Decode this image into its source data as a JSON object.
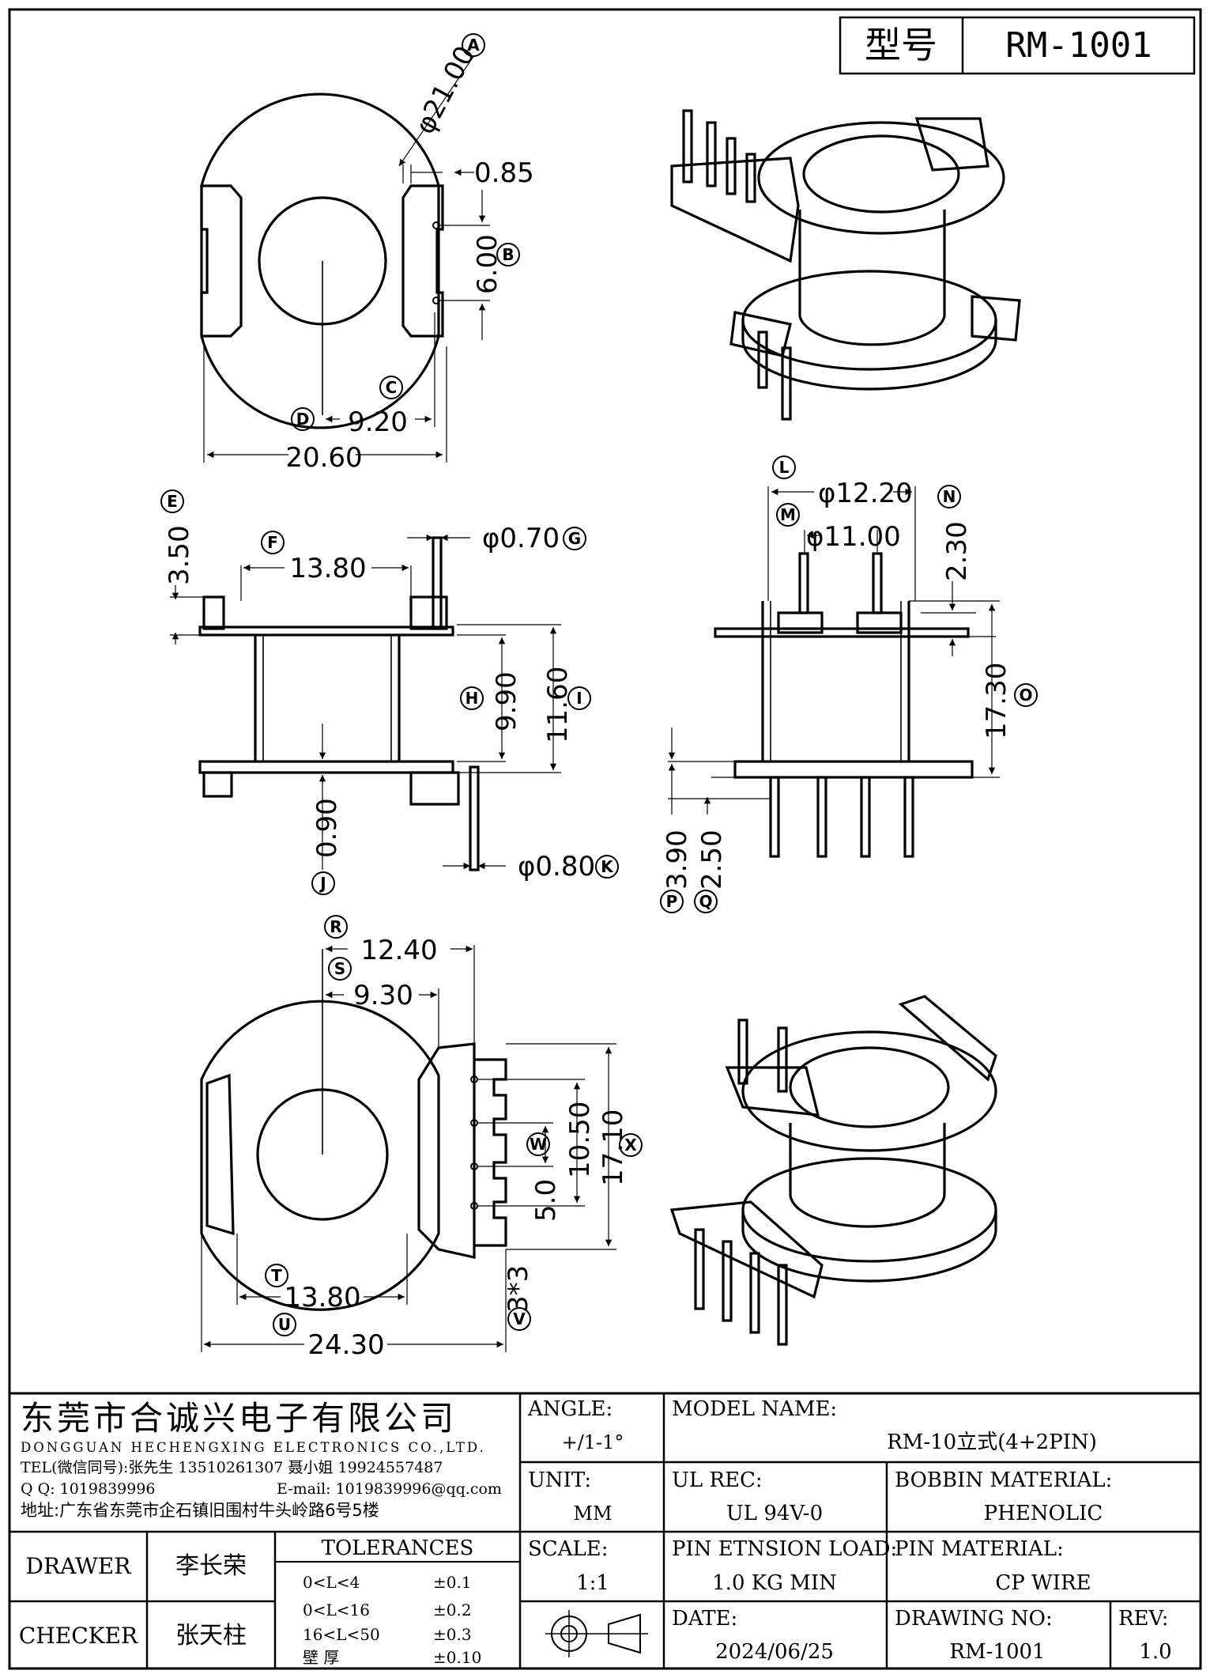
{
  "header": {
    "model_label": "型号",
    "model_value": "RM-1001"
  },
  "callouts": {
    "A": "A",
    "B": "B",
    "C": "C",
    "D": "D",
    "E": "E",
    "F": "F",
    "G": "G",
    "H": "H",
    "I": "I",
    "J": "J",
    "K": "K",
    "L": "L",
    "M": "M",
    "N": "N",
    "O": "O",
    "P": "P",
    "Q": "Q",
    "R": "R",
    "S": "S",
    "T": "T",
    "U": "U",
    "V": "V",
    "W": "W",
    "X": "X"
  },
  "dims": {
    "A": "φ21.00",
    "B": "6.00",
    "c085": "0.85",
    "C": "9.20",
    "w2060": "20.60",
    "E": "3.50",
    "F": "13.80",
    "G": "φ0.70",
    "H": "9.90",
    "I": "11.60",
    "J": "0.90",
    "K": "φ0.80",
    "L": "φ12.20",
    "M": "φ11.00",
    "N": "2.30",
    "O": "17.30",
    "P": "3.90",
    "Q": "2.50",
    "R": "12.40",
    "S": "9.30",
    "T": "13.80",
    "U": "24.30",
    "V": "3*3",
    "W": "5.0",
    "w1050": "10.50",
    "X": "17.10"
  },
  "title_block": {
    "company_cn": "东莞市合诚兴电子有限公司",
    "company_en": "DONGGUAN HECHENGXING ELECTRONICS CO.,LTD.",
    "tel": "TEL(微信同号):张先生 13510261307 聂小姐 19924557487",
    "qq": "Q Q: 1019839996",
    "email": "E-mail: 1019839996@qq.com",
    "address": "地址:广东省东莞市企石镇旧围村牛头岭路6号5楼",
    "angle_label": "ANGLE:",
    "angle_value": "+/1-1°",
    "unit_label": "UNIT:",
    "unit_value": "MM",
    "scale_label": "SCALE:",
    "scale_value": "1:1",
    "model_name_label": "MODEL NAME:",
    "model_name_value": "RM-10立式(4+2PIN)",
    "ul_rec_label": "UL REC:",
    "ul_rec_value": "UL 94V-0",
    "bobbin_material_label": "BOBBIN MATERIAL:",
    "bobbin_material_value": "PHENOLIC",
    "pin_tension_label": "PIN ETNSION LOAD:",
    "pin_tension_value": "1.0 KG MIN",
    "pin_material_label": "PIN MATERIAL:",
    "pin_material_value": "CP WIRE",
    "date_label": "DATE:",
    "date_value": "2024/06/25",
    "drawing_no_label": "DRAWING NO:",
    "drawing_no_value": "RM-1001",
    "rev_label": "REV:",
    "rev_value": "1.0",
    "drawer_label": "DRAWER",
    "drawer_value": "李长荣",
    "checker_label": "CHECKER",
    "checker_value": "张天柱",
    "tolerances_label": "TOLERANCES",
    "tolerances": [
      {
        "range": "0<L<4",
        "value": "±0.1"
      },
      {
        "range": "0<L<16",
        "value": "±0.2"
      },
      {
        "range": "16<L<50",
        "value": "±0.3"
      },
      {
        "range": "壁    厚",
        "value": "±0.10"
      }
    ]
  }
}
